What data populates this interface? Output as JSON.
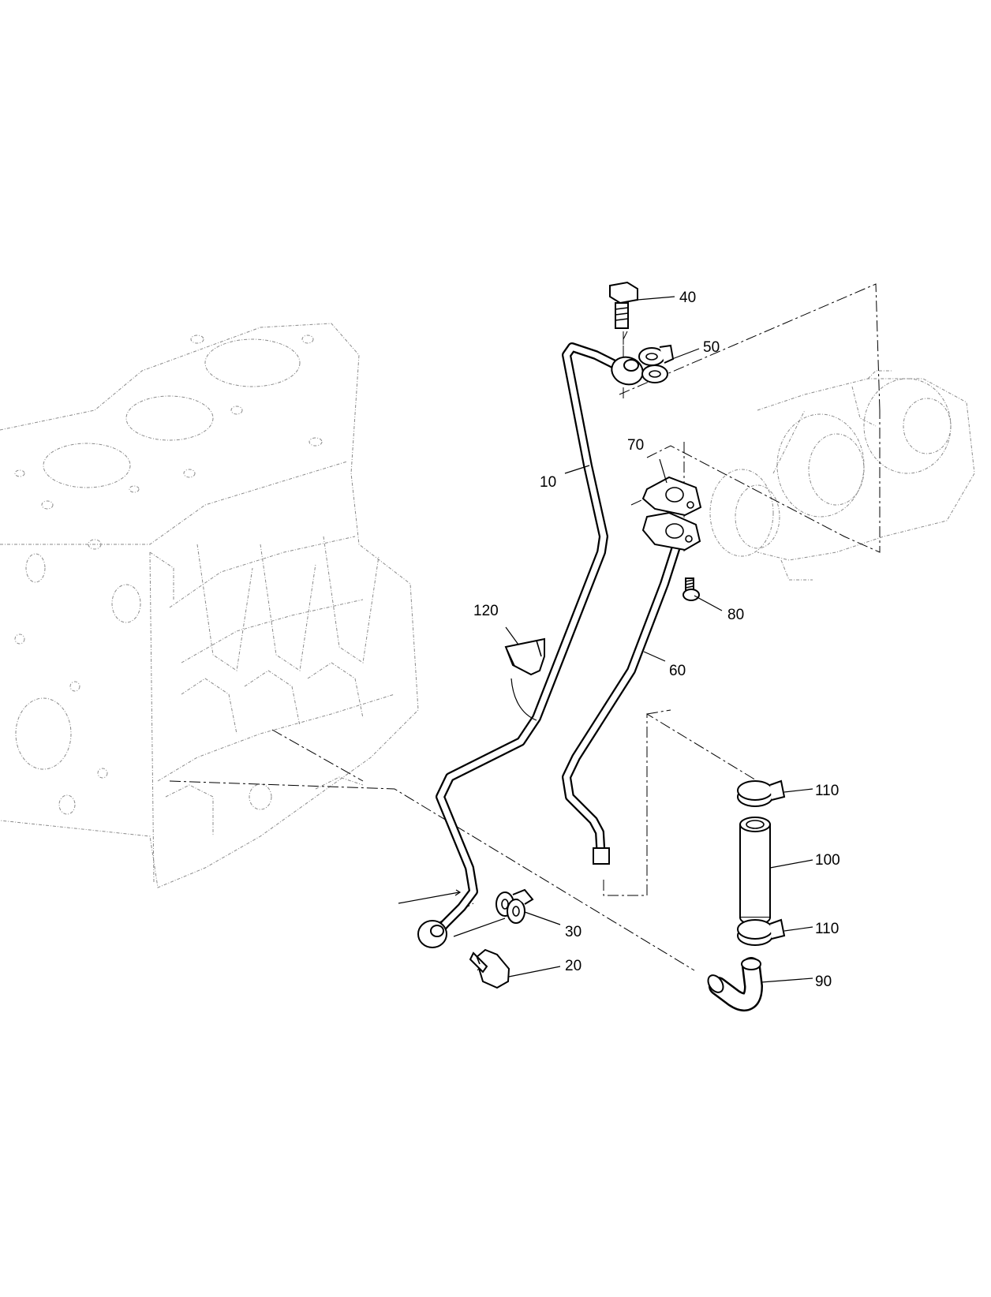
{
  "callouts": {
    "p10": "10",
    "p20": "20",
    "p30": "30",
    "p40": "40",
    "p50": "50",
    "p60": "60",
    "p70": "70",
    "p80": "80",
    "p90": "90",
    "p100": "100",
    "p110_upper": "110",
    "p110_lower": "110",
    "p120": "120"
  }
}
